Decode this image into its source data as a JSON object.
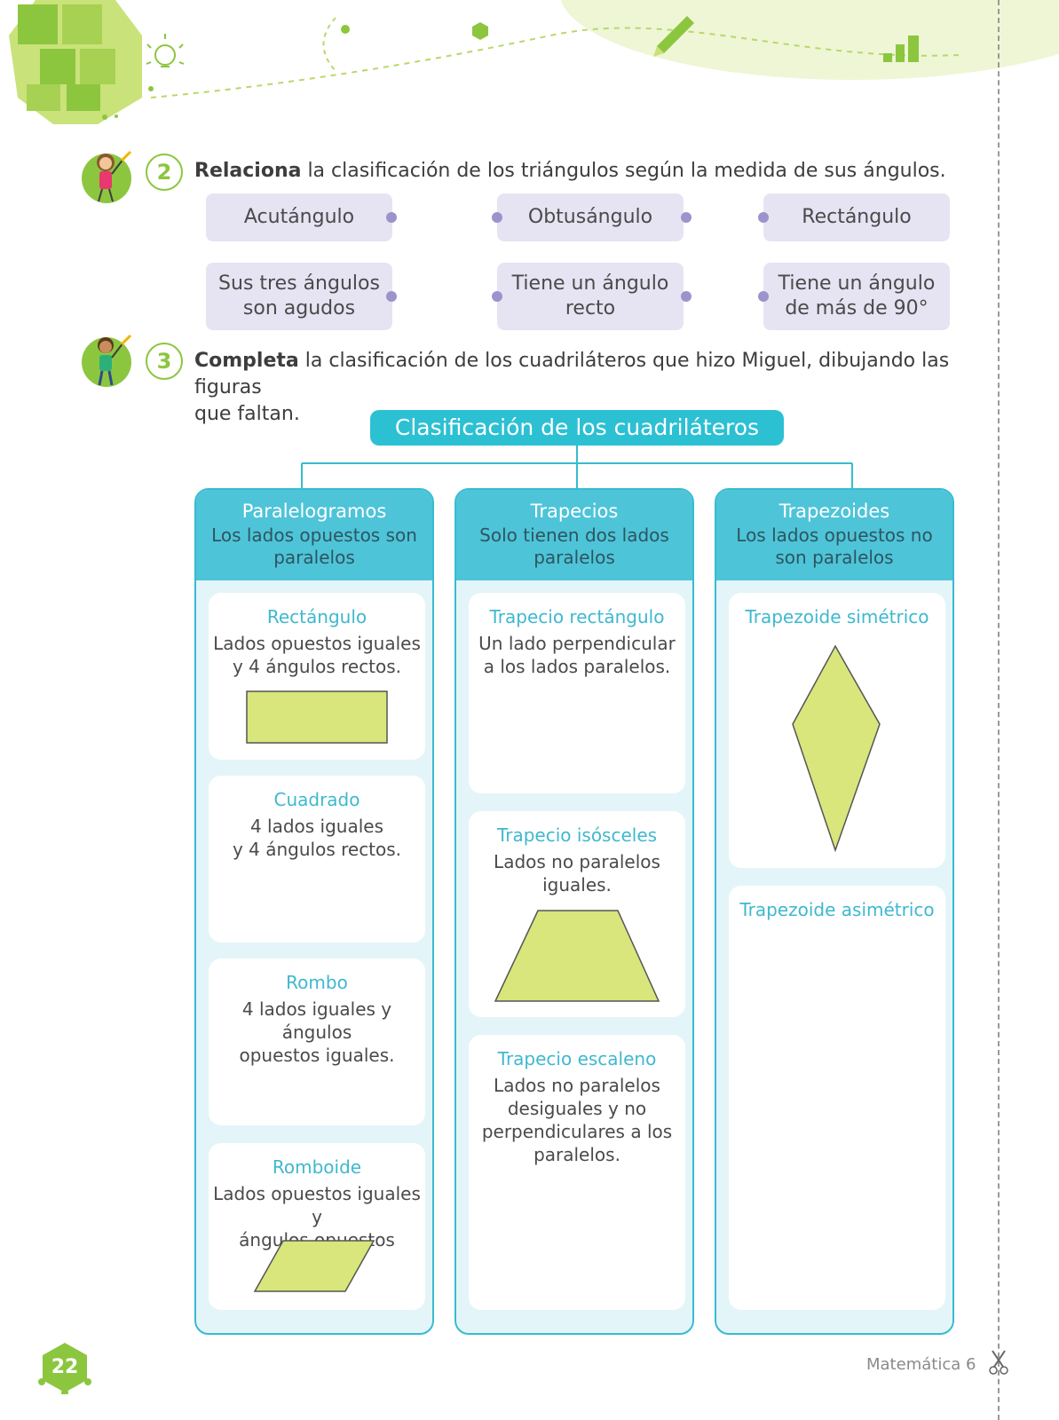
{
  "exercise2": {
    "number": "2",
    "verb": "Relaciona",
    "rest": " la clasificación de los triángulos según la medida de sus ángulos.",
    "names": [
      "Acutángulo",
      "Obtusángulo",
      "Rectángulo"
    ],
    "definitions_1": [
      "Sus tres ángulos",
      "Tiene un ángulo",
      "Tiene un ángulo"
    ],
    "definitions_2": [
      "son agudos",
      "recto",
      "de más de 90°"
    ]
  },
  "exercise3": {
    "number": "3",
    "verb": "Completa",
    "rest_line1": " la clasificación de los cuadriláteros que hizo Miguel, dibujando las figuras",
    "rest_line2": "que faltan."
  },
  "diagram": {
    "title": "Clasificación de los cuadriláteros",
    "columns": [
      {
        "title": "Paralelogramos",
        "desc1": "Los lados opuestos son",
        "desc2": "paralelos",
        "cards": [
          {
            "title": "Rectángulo",
            "line1": "Lados opuestos iguales",
            "line2": "y 4 ángulos rectos."
          },
          {
            "title": "Cuadrado",
            "line1": "4 lados iguales",
            "line2": "y 4 ángulos rectos."
          },
          {
            "title": "Rombo",
            "line1": "4 lados iguales y ángulos",
            "line2": "opuestos iguales."
          },
          {
            "title": "Romboide",
            "line1": "Lados opuestos iguales y",
            "line2": "ángulos opuestos iguales."
          }
        ]
      },
      {
        "title": "Trapecios",
        "desc1": "Solo tienen dos lados",
        "desc2": "paralelos",
        "cards": [
          {
            "title": "Trapecio rectángulo",
            "line1": "Un lado perpendicular",
            "line2": "a los lados paralelos."
          },
          {
            "title": "Trapecio isósceles",
            "line1": "Lados no paralelos",
            "line2": "iguales."
          },
          {
            "title": "Trapecio escaleno",
            "line1": "Lados no paralelos",
            "line2": "desiguales y no",
            "line3": "perpendiculares a los",
            "line4": "paralelos."
          }
        ]
      },
      {
        "title": "Trapezoides",
        "desc1": "Los lados opuestos no",
        "desc2": "son paralelos",
        "cards": [
          {
            "title": "Trapezoide simétrico"
          },
          {
            "title": "Trapezoide asimétrico"
          }
        ]
      }
    ]
  },
  "footer": {
    "page_number": "22",
    "book_title": "Matemática 6"
  },
  "colors": {
    "accent_green": "#8cc63f",
    "shape_fill": "#d8e67c",
    "teal": "#2cc0d3",
    "pill": "#e6e4f3",
    "dot": "#9c93cc"
  }
}
